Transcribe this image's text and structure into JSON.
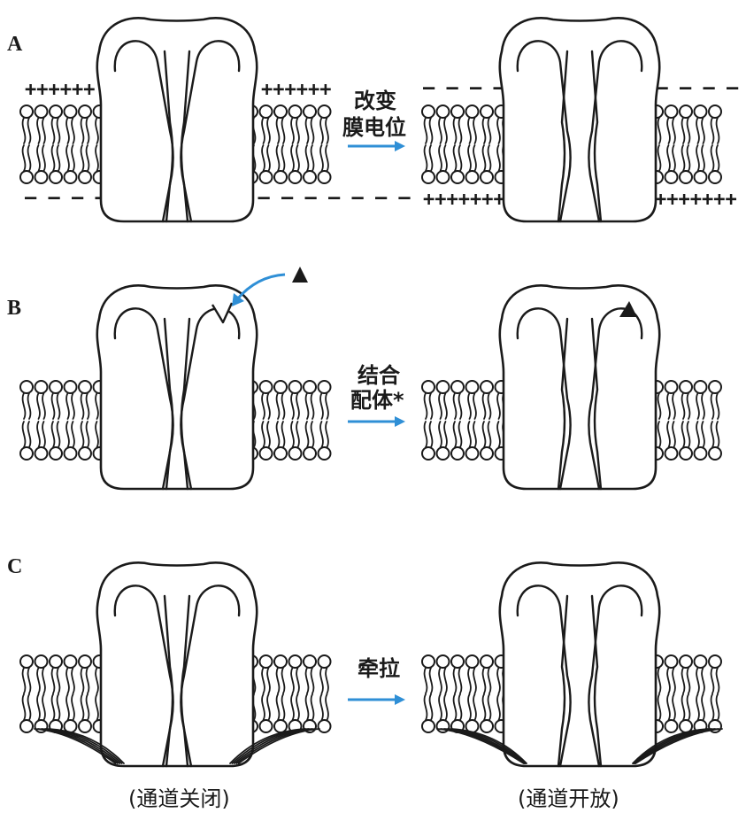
{
  "panels": [
    {
      "letter": "A",
      "action_lines": [
        "改变",
        "膜电位"
      ],
      "charges": {
        "left_top": "++++++",
        "left_bottom": "– – – – – – – –",
        "right_top": "– – – – – – – –",
        "right_bottom": "+++++++"
      }
    },
    {
      "letter": "B",
      "action_lines": [
        "结合",
        "配体*"
      ]
    },
    {
      "letter": "C",
      "action_lines": [
        "牵拉"
      ]
    }
  ],
  "captions": {
    "closed": "(通道关闭)",
    "open": "(通道开放)"
  },
  "colors": {
    "arrow": "#2f8fd6",
    "ink": "#1a1a1a",
    "ligand": "#1a1a1a"
  },
  "icons": {
    "ligand": "triangle-ligand-icon",
    "flow": "blue-arrow-icon"
  }
}
